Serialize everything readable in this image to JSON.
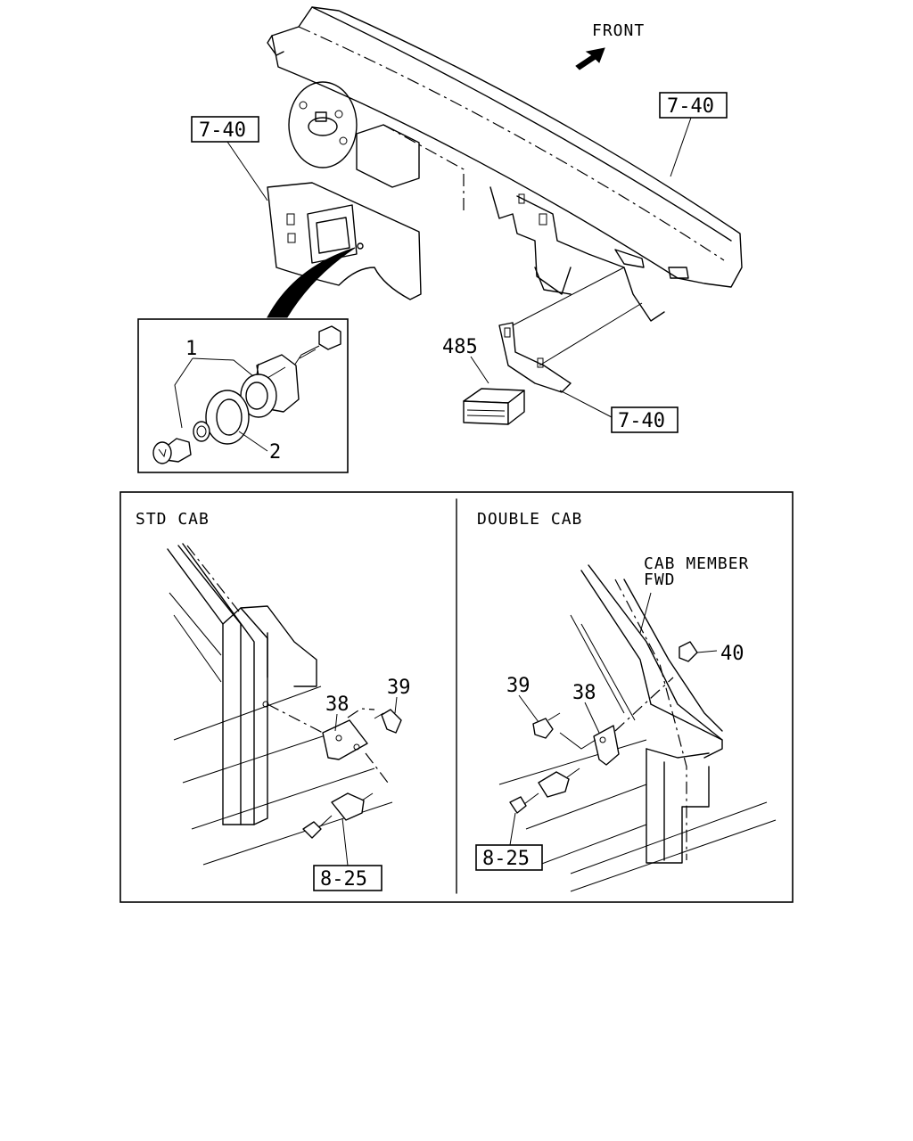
{
  "labels": {
    "front": "FRONT",
    "std_cab": "STD CAB",
    "double_cab": "DOUBLE CAB",
    "cab_member_1": "CAB MEMBER",
    "cab_member_2": "FWD"
  },
  "refs": {
    "ref_7_40_a": "7-40",
    "ref_7_40_b": "7-40",
    "ref_7_40_c": "7-40",
    "ref_8_25_std": "8-25",
    "ref_8_25_dbl": "8-25"
  },
  "parts": {
    "p1": "1",
    "p2": "2",
    "p485": "485",
    "p38_std": "38",
    "p39_std": "39",
    "p38_dbl": "38",
    "p39_dbl": "39",
    "p40_dbl": "40"
  }
}
